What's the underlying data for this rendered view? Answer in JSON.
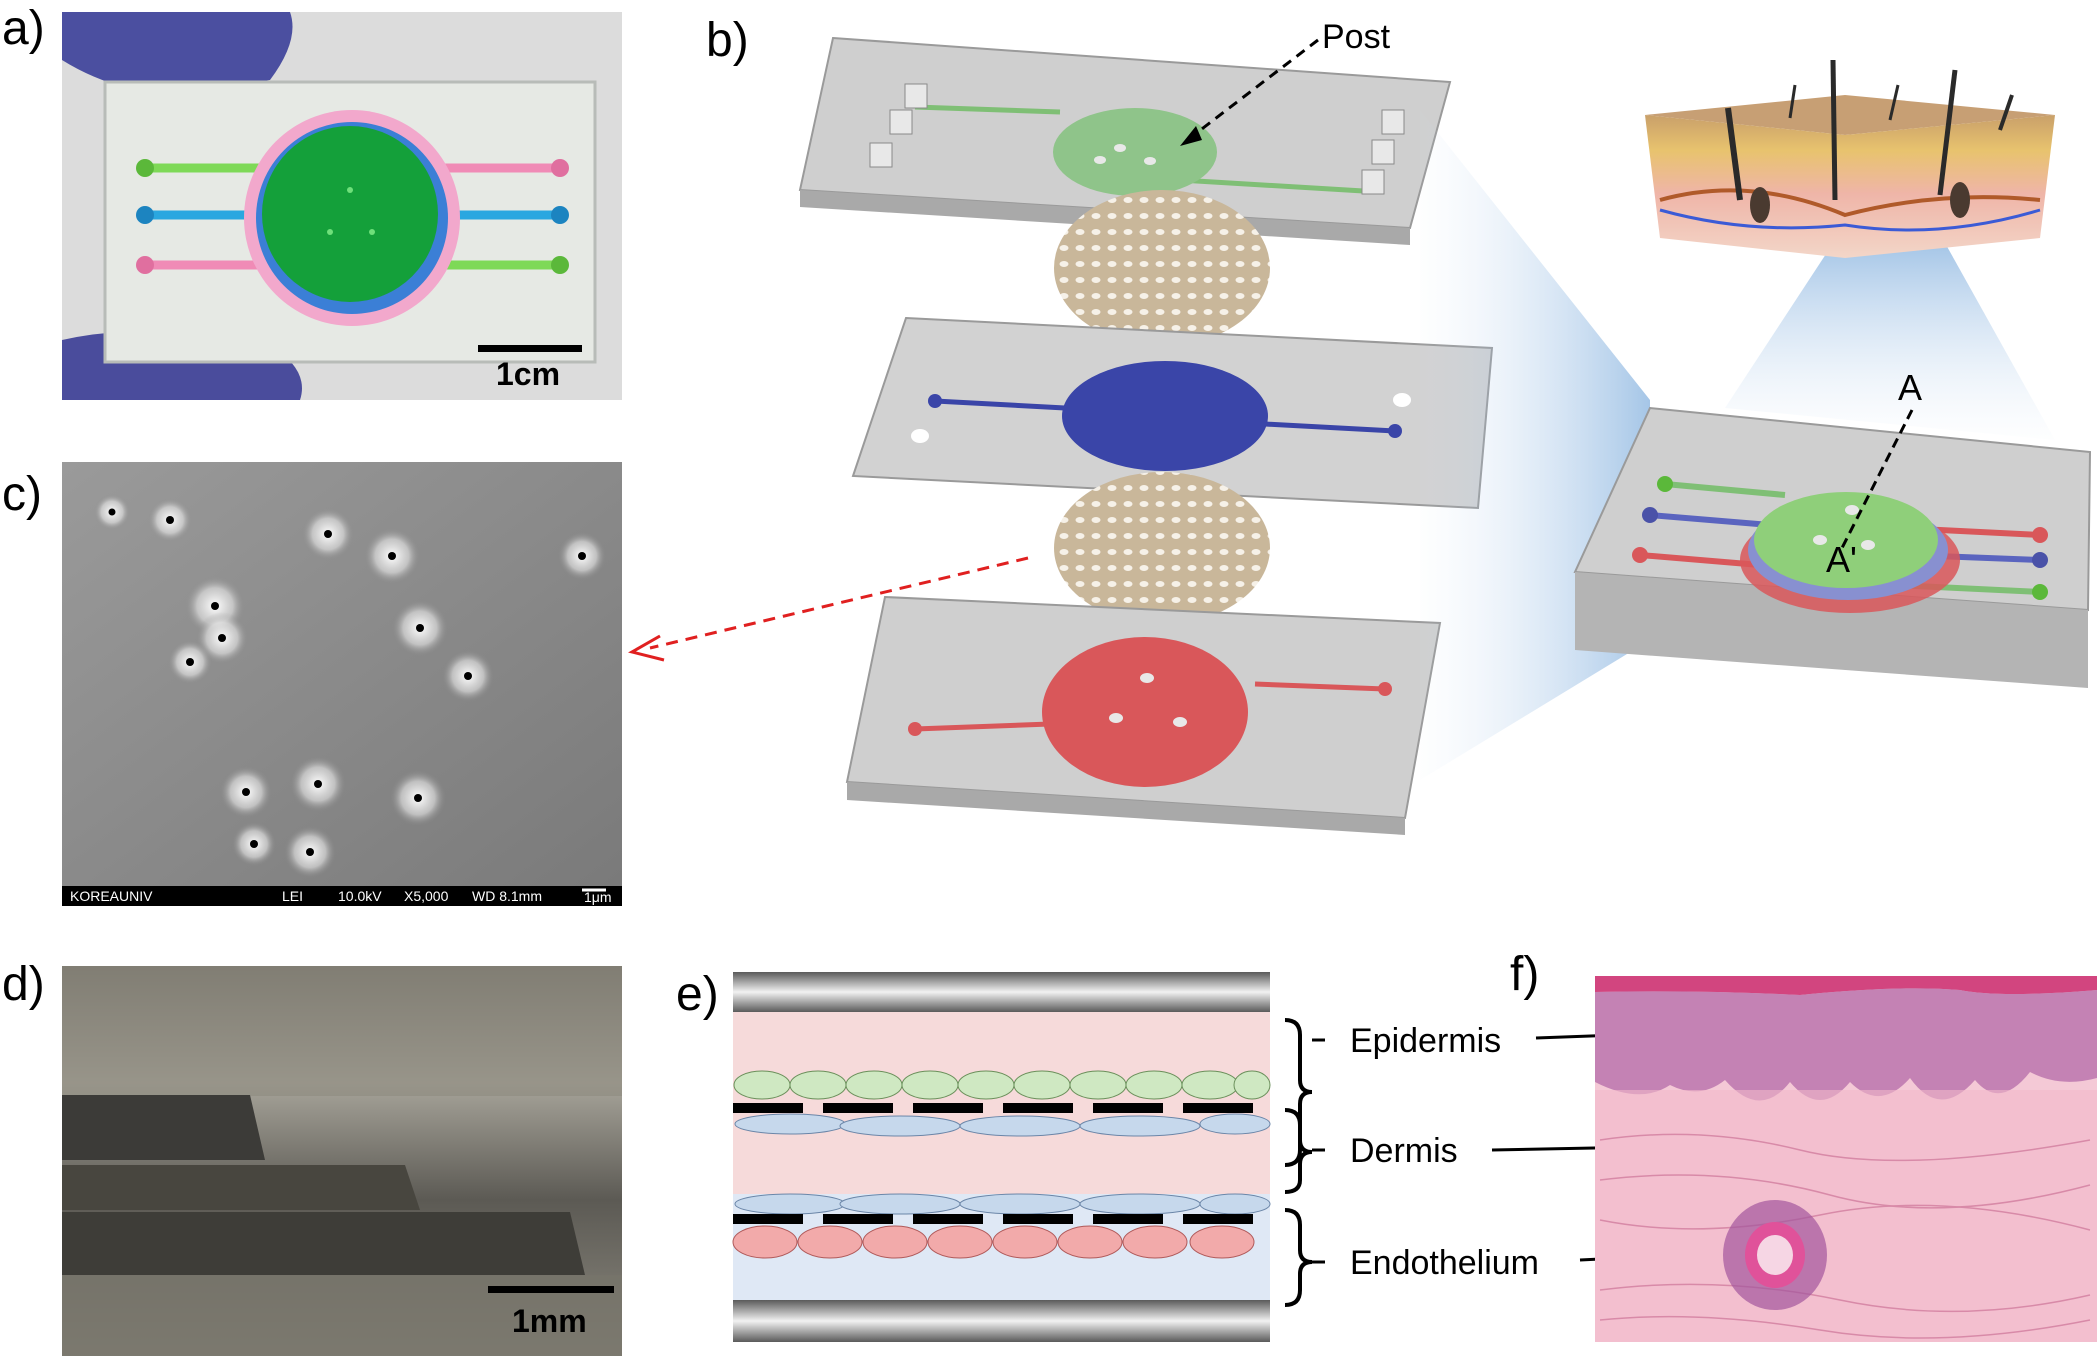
{
  "panels": {
    "a": {
      "label": "a)",
      "scale_bar": "1cm"
    },
    "b": {
      "label": "b)",
      "post_label": "Post",
      "section_top": "A",
      "section_bottom": "A'"
    },
    "c": {
      "label": "c)",
      "sem_footer": {
        "institution": "KOREAUNIV",
        "mode": "LEI",
        "voltage": "10.0kV",
        "magnification": "X5,000",
        "working_distance": "WD 8.1mm",
        "scale": "1μm"
      }
    },
    "d": {
      "label": "d)",
      "scale_bar": "1mm"
    },
    "e": {
      "label": "e)",
      "layers": [
        "Epidermis",
        "Dermis",
        "Endothelium"
      ]
    },
    "f": {
      "label": "f)"
    }
  },
  "colors": {
    "epidermis_green": "#8fcf7a",
    "dermis_blue": "#3a45a8",
    "endothelium_red": "#d9575a",
    "chip_glass": "#d8d8d8",
    "arrow_red": "#e02020"
  }
}
